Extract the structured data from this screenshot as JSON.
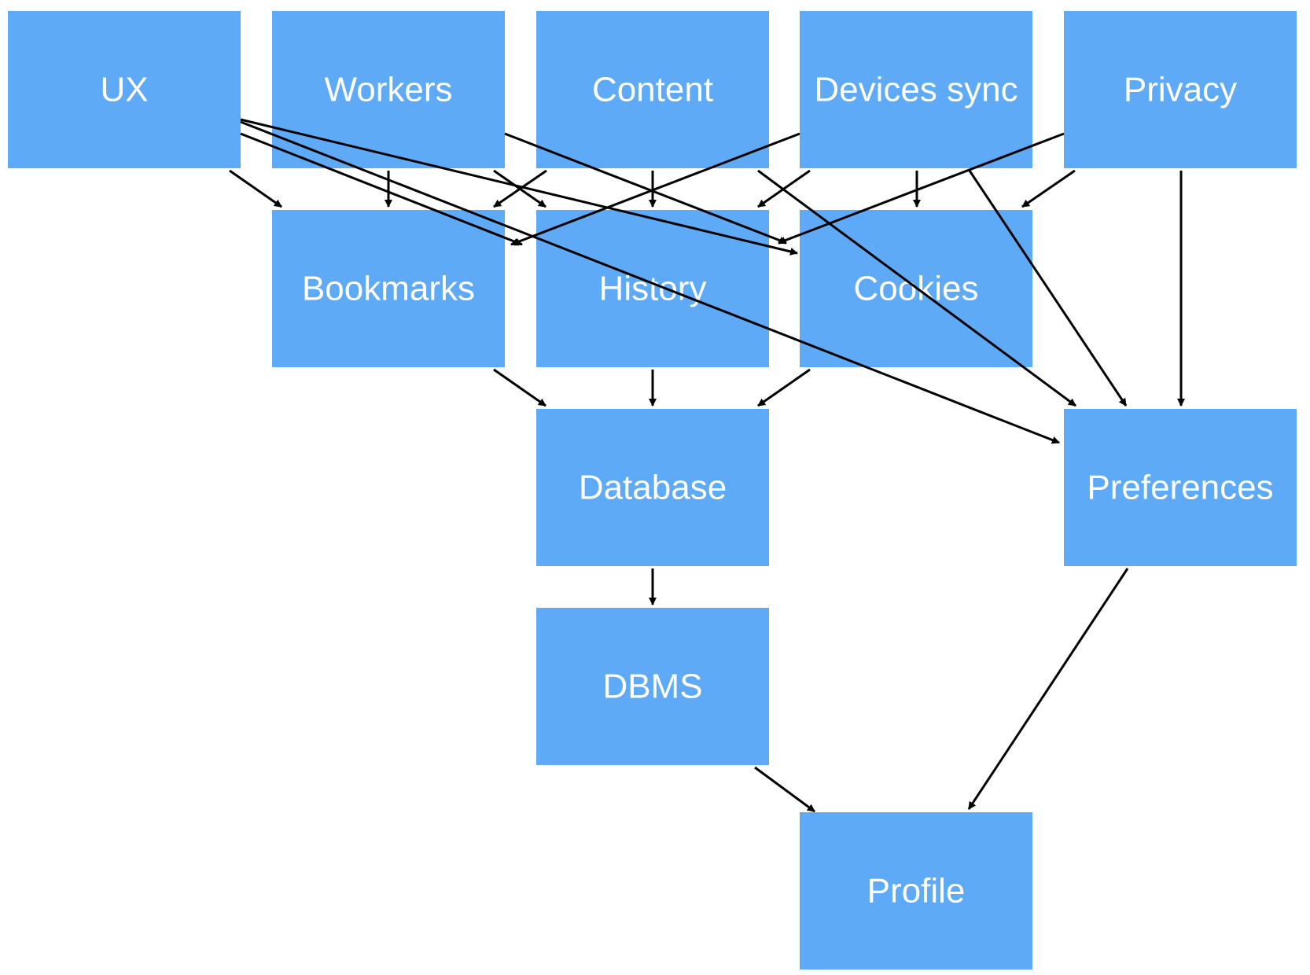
{
  "diagram": {
    "node_color": "#5faaf6",
    "edge_color": "#000000",
    "nodes": [
      {
        "id": "ux",
        "label": "UX"
      },
      {
        "id": "workers",
        "label": "Workers"
      },
      {
        "id": "content",
        "label": "Content"
      },
      {
        "id": "devices_sync",
        "label": "Devices sync"
      },
      {
        "id": "privacy",
        "label": "Privacy"
      },
      {
        "id": "bookmarks",
        "label": "Bookmarks"
      },
      {
        "id": "history",
        "label": "History"
      },
      {
        "id": "cookies",
        "label": "Cookies"
      },
      {
        "id": "database",
        "label": "Database"
      },
      {
        "id": "preferences",
        "label": "Preferences"
      },
      {
        "id": "dbms",
        "label": "DBMS"
      },
      {
        "id": "profile",
        "label": "Profile"
      }
    ],
    "edges": [
      {
        "from": "ux",
        "to": "bookmarks"
      },
      {
        "from": "ux",
        "to": "history"
      },
      {
        "from": "ux",
        "to": "cookies"
      },
      {
        "from": "ux",
        "to": "preferences"
      },
      {
        "from": "workers",
        "to": "bookmarks"
      },
      {
        "from": "workers",
        "to": "history"
      },
      {
        "from": "workers",
        "to": "cookies"
      },
      {
        "from": "content",
        "to": "bookmarks"
      },
      {
        "from": "content",
        "to": "history"
      },
      {
        "from": "content",
        "to": "preferences"
      },
      {
        "from": "devices_sync",
        "to": "history"
      },
      {
        "from": "devices_sync",
        "to": "cookies"
      },
      {
        "from": "devices_sync",
        "to": "bookmarks"
      },
      {
        "from": "devices_sync",
        "to": "preferences"
      },
      {
        "from": "privacy",
        "to": "cookies"
      },
      {
        "from": "privacy",
        "to": "history"
      },
      {
        "from": "privacy",
        "to": "preferences"
      },
      {
        "from": "bookmarks",
        "to": "database"
      },
      {
        "from": "history",
        "to": "database"
      },
      {
        "from": "cookies",
        "to": "database"
      },
      {
        "from": "database",
        "to": "dbms"
      },
      {
        "from": "dbms",
        "to": "profile"
      },
      {
        "from": "preferences",
        "to": "profile"
      }
    ]
  }
}
